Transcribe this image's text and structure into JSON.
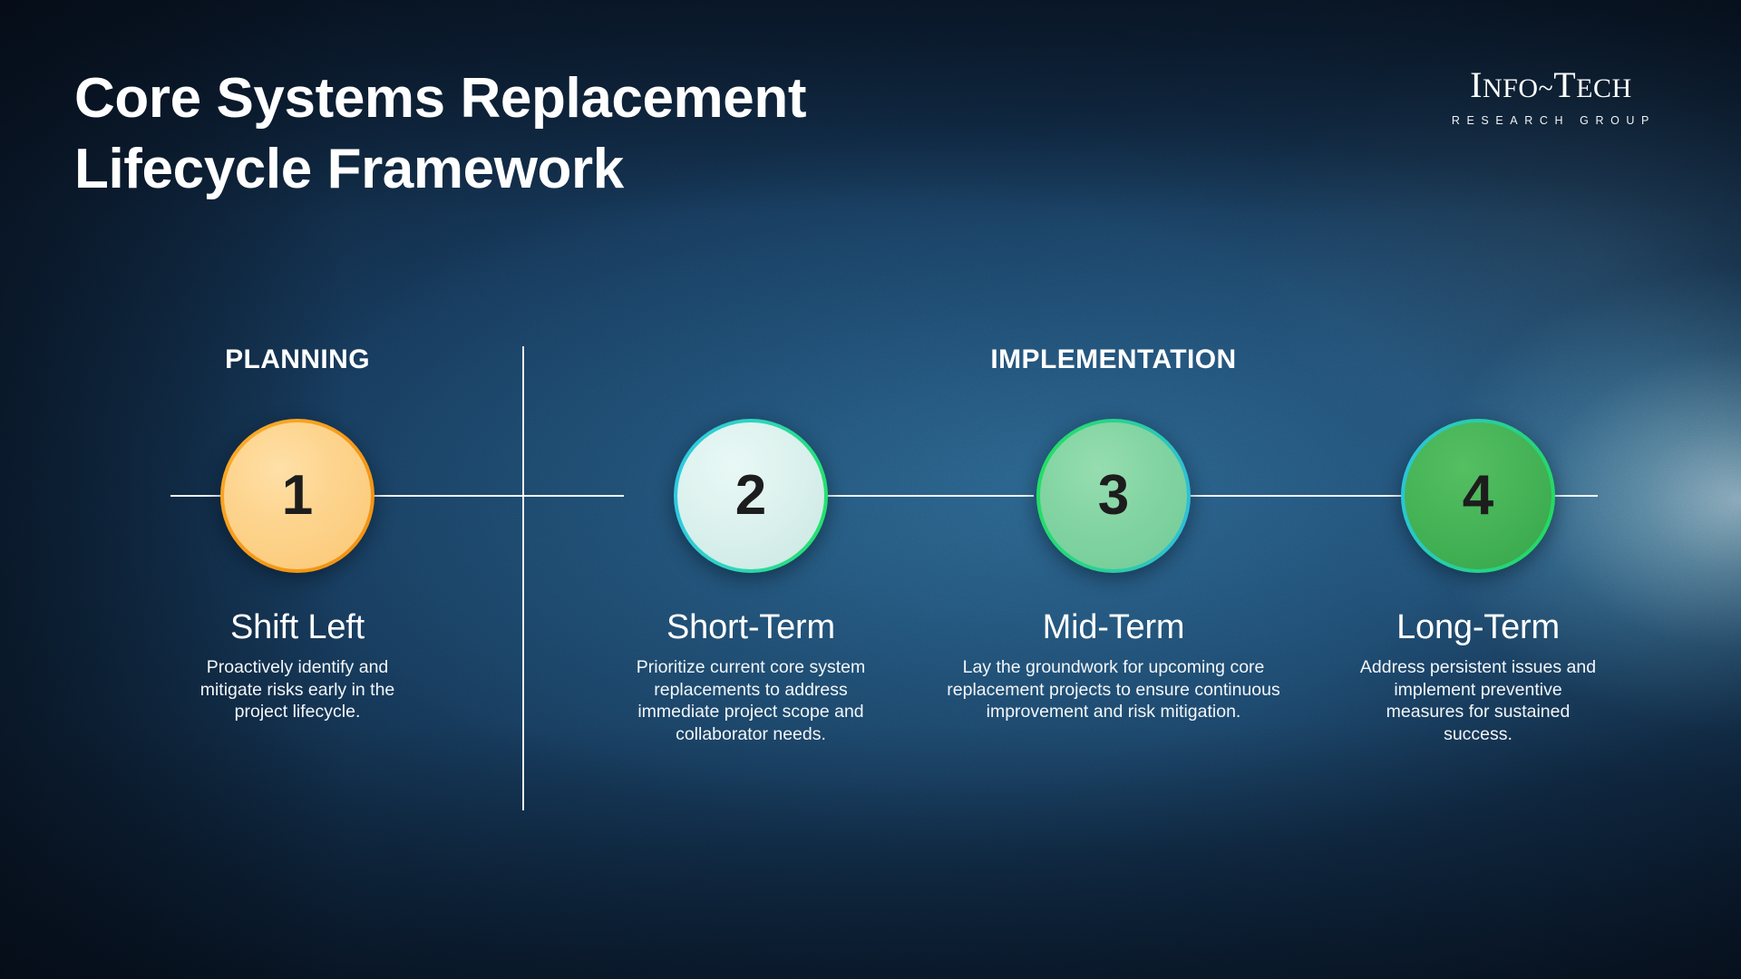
{
  "header": {
    "title": "Core Systems Replacement\nLifecycle Framework",
    "logo": {
      "main_i": "I",
      "main_nfo": "NFO",
      "main_tilde": "~",
      "main_t": "T",
      "main_ech": "ECH",
      "subtitle": "RESEARCH GROUP"
    }
  },
  "phases": [
    {
      "name": "planning",
      "label": "PLANNING"
    },
    {
      "name": "implementation",
      "label": "IMPLEMENTATION"
    }
  ],
  "steps": [
    {
      "number": "1",
      "title": "Shift Left",
      "description": "Proactively identify and mitigate risks early in the project lifecycle.",
      "fill_color": "#fdd590",
      "ring_color": "#f79a1a",
      "phase": "PLANNING"
    },
    {
      "number": "2",
      "title": "Short-Term",
      "description": "Prioritize current core system replacements to address immediate project scope and collaborator needs.",
      "fill_color": "#ddf2ee",
      "ring_color": "#2fd4c0",
      "phase": "IMPLEMENTATION"
    },
    {
      "number": "3",
      "title": "Mid-Term",
      "description": "Lay the groundwork for upcoming core replacement projects to ensure continuous improvement and risk mitigation.",
      "fill_color": "#82d4a2",
      "ring_color": "#2ad193",
      "phase": "IMPLEMENTATION"
    },
    {
      "number": "4",
      "title": "Long-Term",
      "description": "Address persistent issues and implement preventive measures for sustained success.",
      "fill_color": "#46b457",
      "ring_color": "#28cf9a",
      "phase": "IMPLEMENTATION"
    }
  ],
  "theme": {
    "background_dark": "#0c1d31",
    "background_mid": "#1b4566",
    "background_glow": "#bae2f4",
    "text_primary": "#ffffff",
    "number_color": "#1d1d1d"
  }
}
